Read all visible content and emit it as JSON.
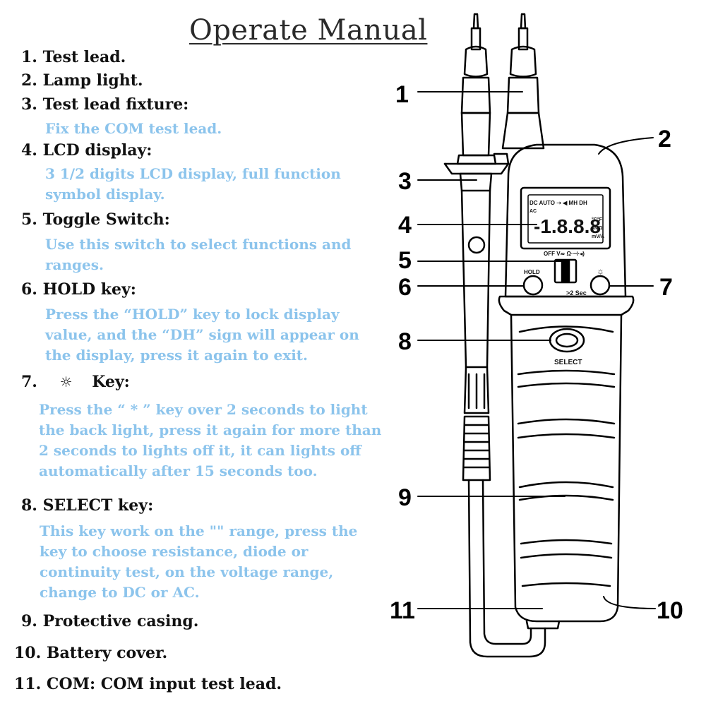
{
  "title": "Operate Manual",
  "items": [
    {
      "label": "1. Test lead.",
      "desc": []
    },
    {
      "label": "2. Lamp light.",
      "desc": []
    },
    {
      "label": "3. Test lead fixture:",
      "desc": [
        "Fix the COM test lead."
      ]
    },
    {
      "label": "4. LCD display:",
      "desc": [
        "3 1/2 digits LCD display, full function",
        "symbol display."
      ]
    },
    {
      "label": "5. Toggle Switch:",
      "desc": [
        "Use this switch to select functions and",
        "ranges."
      ]
    },
    {
      "label": "6. HOLD key:",
      "desc": [
        "Press the “HOLD” key to lock display",
        "value, and the “DH” sign will appear on",
        "the display, press it again to exit."
      ]
    },
    {
      "label_prefix": "7.",
      "label_suffix": "Key:",
      "icon": "sun-icon",
      "desc": [
        "Press the “    *    ” key over 2 seconds to light",
        "the back light, press it again for more than",
        "2 seconds to lights off it, it can lights off",
        "automatically after 15 seconds too."
      ]
    },
    {
      "label": "8. SELECT key:",
      "desc": [
        "This key work on the \"\" range, press the",
        "key to choose resistance, diode or",
        "continuity test, on the voltage range,",
        "change to DC or AC."
      ]
    },
    {
      "label": "9. Protective casing.",
      "desc": []
    },
    {
      "label": "10. Battery cover.",
      "desc": []
    },
    {
      "label": "11. COM: COM input test lead.",
      "desc": []
    }
  ],
  "callouts": [
    "1",
    "2",
    "3",
    "4",
    "5",
    "6",
    "7",
    "8",
    "9",
    "10",
    "11"
  ],
  "device": {
    "lcd_top": "DC AUTO ➝ ◀ MH DH",
    "lcd_ac": "AC",
    "lcd_digits": "-1.8.8.8",
    "lcd_unit1": "°C°F",
    "lcd_unit2": "kMΩ",
    "lcd_unit3": "mV/A",
    "switch_labels": "OFF  V≂  Ω·⊣·◂)",
    "hold_label": "HOLD",
    "sec_label": ">2 Sec",
    "select_label": "SELECT"
  },
  "colors": {
    "text": "#111111",
    "desc": "#8cc4ec",
    "line": "#000000"
  }
}
